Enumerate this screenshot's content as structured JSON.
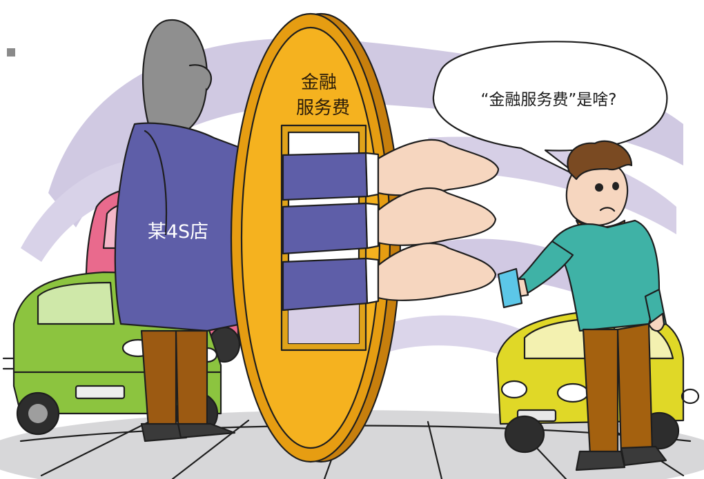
{
  "texts": {
    "coin_line1": "金融",
    "coin_line2": "服务费",
    "speech": "“金融服务费”是啥?",
    "store_label": "某4S店"
  },
  "colors": {
    "coin": "#f5b21f",
    "coin_rim": "#e69d12",
    "coin_shadow": "#c77f0d",
    "sleeve": "#5e5ea8",
    "sleeve_light": "#7d7dc4",
    "skin": "#f6d6bf",
    "green_car": "#8cc43f",
    "yellow_car": "#e0d827",
    "pink_car": "#e96a8d",
    "purple_swirl": "#cbc3df",
    "scarf": "#f18c25",
    "sweater": "#3fb2a6",
    "pants": "#a4610f",
    "card": "#5cc7e8",
    "ground": "#d7d7d9"
  },
  "icons": {
    "bag_icon": "shopping-bag-icon",
    "card_icon": "bank-card-icon"
  }
}
